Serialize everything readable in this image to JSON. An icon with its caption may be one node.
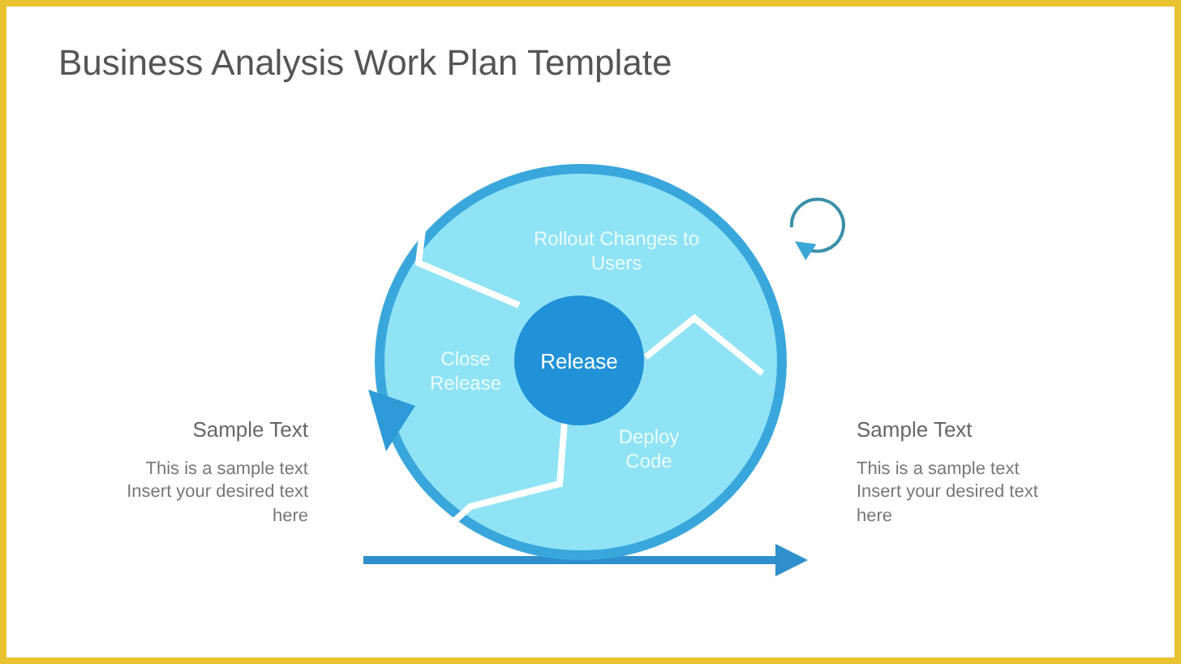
{
  "diagram": {
    "title": "Business Analysis Work Plan Template",
    "nodes": [
      {
        "text": [],
        "shape": "circle"
      },
      {
        "text": [
          "Rollout Changes to Users"
        ],
        "in": 0
      },
      {
        "text": [
          "Close Release"
        ],
        "in": 0
      },
      {
        "text": [
          "Release"
        ],
        "in": 0
      },
      {
        "text": [
          "Deploy Code"
        ],
        "in": 0
      }
    ],
    "labels": [
      "Sample Text",
      "This is a sample text Insert your desired text here",
      "Sample Text",
      "This is a sample text Insert your desired text here"
    ]
  }
}
